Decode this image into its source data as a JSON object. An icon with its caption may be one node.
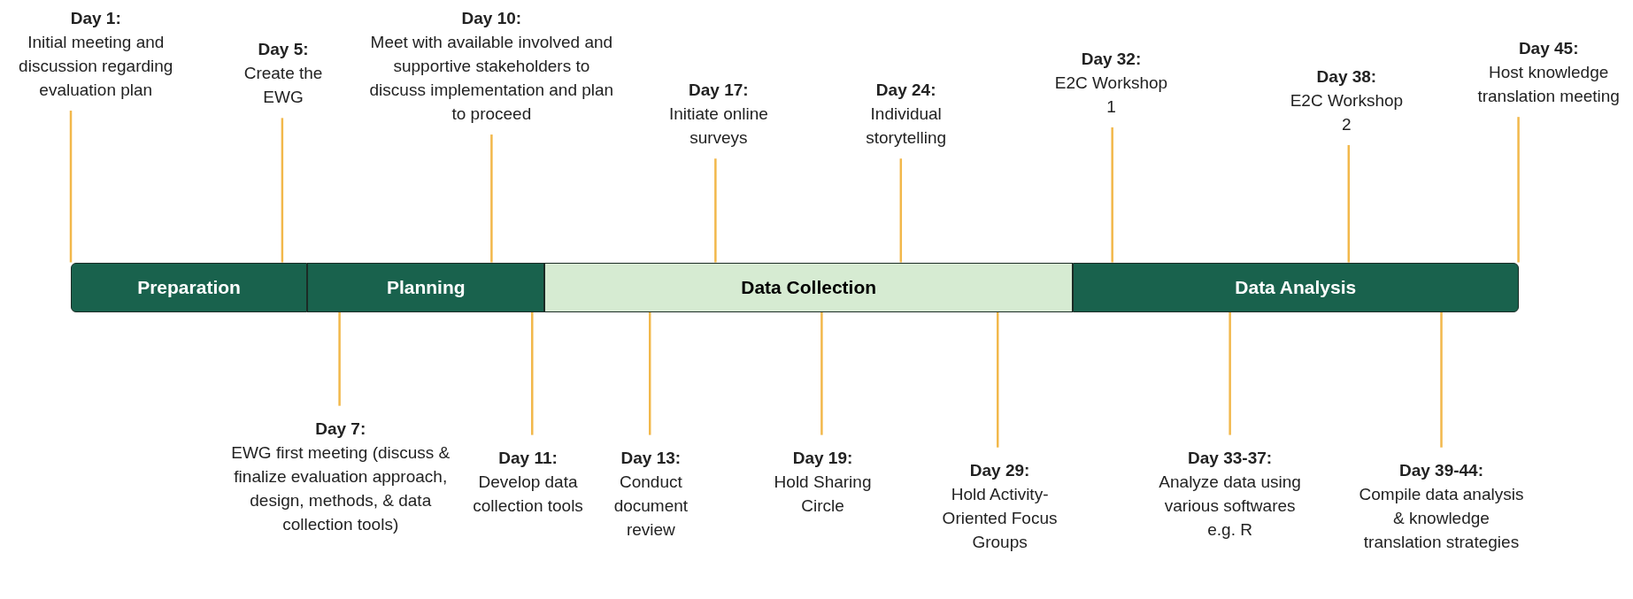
{
  "diagram": {
    "nodes": [
      {
        "text": [
          "Preparation"
        ]
      },
      {
        "text": [
          "Planning"
        ]
      },
      {
        "text": [
          "Data Collection"
        ]
      },
      {
        "text": [
          "Data Analysis"
        ]
      },
      {
        "text": [
          "Day 1:",
          "Initial meeting and discussion regarding evaluation plan"
        ]
      },
      {
        "text": [
          "Day 5:",
          "Create the EWG"
        ]
      },
      {
        "text": [
          "Day 10:",
          "Meet with available involved and supportive stakeholders to discuss implementation and plan to proceed"
        ]
      },
      {
        "text": [
          "Day 17:",
          "Initiate online surveys"
        ]
      },
      {
        "text": [
          "Day 24:",
          "Individual storytelling"
        ]
      },
      {
        "text": [
          "Day 32:",
          "E2C Workshop 1"
        ]
      },
      {
        "text": [
          "Day 38:",
          "E2C Workshop 2"
        ]
      },
      {
        "text": [
          "Day 45:",
          "Host knowledge translation meeting"
        ]
      },
      {
        "text": [
          "Day 7:",
          "EWG first meeting (discuss & finalize evaluation approach, design, methods, & data collection tools)"
        ]
      },
      {
        "text": [
          "Day 11:",
          "Develop data collection tools"
        ]
      },
      {
        "text": [
          "Day 13:",
          "Conduct document review"
        ]
      },
      {
        "text": [
          "Day 19:",
          "Hold Sharing Circle"
        ]
      },
      {
        "text": [
          "Day 29:",
          "Hold Activity-Oriented Focus Groups"
        ]
      },
      {
        "text": [
          "Day 33-37:",
          "Analyze data using various softwares e.g. R"
        ]
      },
      {
        "text": [
          "Day 39-44:",
          "Compile data analysis & knowledge translation strategies"
        ]
      }
    ],
    "edges": [
      {
        "from": 4,
        "to": 0,
        "arrow": "none"
      },
      {
        "from": 5,
        "to": 0,
        "arrow": "none"
      },
      {
        "from": 6,
        "to": 1,
        "arrow": "none"
      },
      {
        "from": 7,
        "to": 2,
        "arrow": "none"
      },
      {
        "from": 8,
        "to": 2,
        "arrow": "none"
      },
      {
        "from": 9,
        "to": 3,
        "arrow": "none"
      },
      {
        "from": 10,
        "to": 3,
        "arrow": "none"
      },
      {
        "from": 11,
        "to": 3,
        "arrow": "none"
      },
      {
        "from": 12,
        "to": 1,
        "arrow": "none"
      },
      {
        "from": 13,
        "to": 1,
        "arrow": "none"
      },
      {
        "from": 14,
        "to": 2,
        "arrow": "none"
      },
      {
        "from": 15,
        "to": 2,
        "arrow": "none"
      },
      {
        "from": 16,
        "to": 2,
        "arrow": "none"
      },
      {
        "from": 17,
        "to": 3,
        "arrow": "none"
      },
      {
        "from": 18,
        "to": 3,
        "arrow": "none"
      }
    ]
  }
}
